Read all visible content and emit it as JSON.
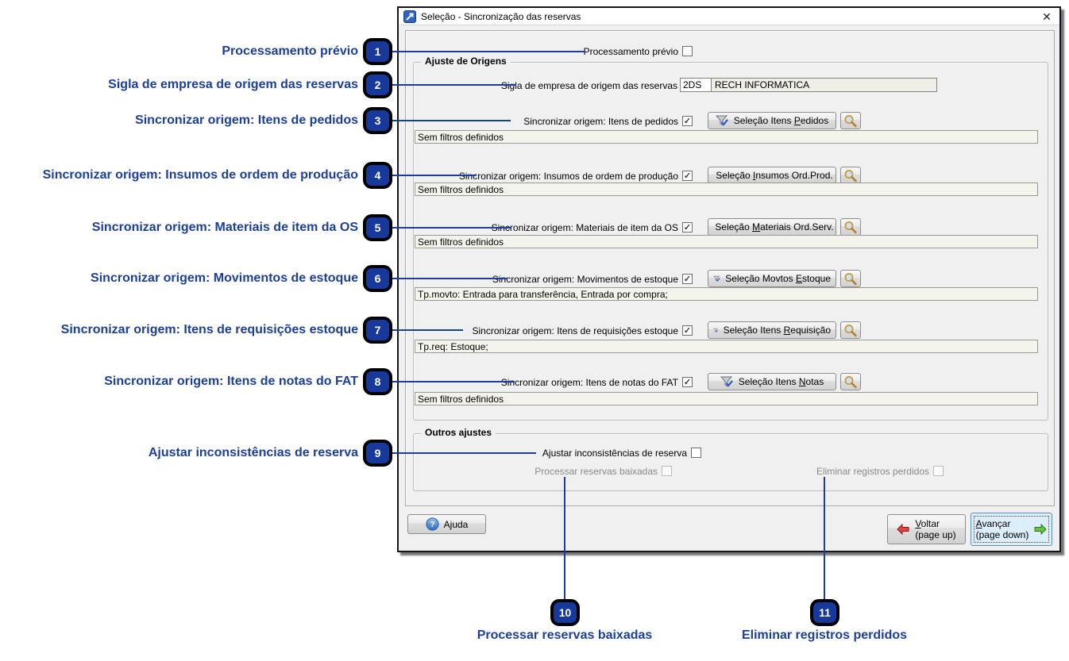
{
  "window": {
    "title": "Seleção - Sincronização das reservas",
    "close_glyph": "✕"
  },
  "callouts": {
    "left": [
      {
        "num": "1",
        "label": "Processamento prévio"
      },
      {
        "num": "2",
        "label": "Sigla de empresa de origem das reservas"
      },
      {
        "num": "3",
        "label": "Sincronizar origem: Itens de pedidos"
      },
      {
        "num": "4",
        "label": "Sincronizar origem: Insumos de ordem de produção"
      },
      {
        "num": "5",
        "label": "Sincronizar origem: Materiais de item da OS"
      },
      {
        "num": "6",
        "label": "Sincronizar origem: Movimentos de estoque"
      },
      {
        "num": "7",
        "label": "Sincronizar origem: Itens de requisições estoque"
      },
      {
        "num": "8",
        "label": "Sincronizar origem: Itens de notas do FAT"
      },
      {
        "num": "9",
        "label": "Ajustar inconsistências de reserva"
      }
    ],
    "bottom": [
      {
        "num": "10",
        "label": "Processar reservas baixadas"
      },
      {
        "num": "11",
        "label": "Eliminar registros perdidos"
      }
    ]
  },
  "form": {
    "processamento_previo": {
      "label": "Processamento prévio",
      "checked": false
    },
    "ajuste_origens": {
      "title": "Ajuste de Origens",
      "sigla_label": "Sigla de empresa de origem das reservas",
      "sigla_code": "2DS",
      "sigla_name": "RECH INFORMATICA",
      "rows": [
        {
          "label": "Sincronizar origem: Itens de pedidos",
          "checked": true,
          "btn_pre": "Seleção Itens ",
          "btn_acc": "P",
          "btn_post": "edidos",
          "filter": "Sem filtros definidos"
        },
        {
          "label": "Sincronizar origem: Insumos de ordem de produção",
          "checked": true,
          "btn_pre": "Seleção ",
          "btn_acc": "I",
          "btn_post": "nsumos Ord.Prod.",
          "filter": "Sem filtros definidos"
        },
        {
          "label": "Sincronizar origem: Materiais de item da OS",
          "checked": true,
          "btn_pre": "Seleção ",
          "btn_acc": "M",
          "btn_post": "ateriais Ord.Serv.",
          "filter": "Sem filtros definidos"
        },
        {
          "label": "Sincronizar origem: Movimentos de estoque",
          "checked": true,
          "btn_pre": "Seleção Movtos ",
          "btn_acc": "E",
          "btn_post": "stoque",
          "filter": "Tp.movto: Entrada para transferência, Entrada por compra;"
        },
        {
          "label": "Sincronizar origem: Itens de requisições estoque",
          "checked": true,
          "btn_pre": "Seleção Itens ",
          "btn_acc": "R",
          "btn_post": "equisição",
          "filter": "Tp.req: Estoque;"
        },
        {
          "label": "Sincronizar origem: Itens de notas do FAT",
          "checked": true,
          "btn_pre": "Seleção Itens ",
          "btn_acc": "N",
          "btn_post": "otas",
          "filter": "Sem filtros definidos"
        }
      ]
    },
    "outros_ajustes": {
      "title": "Outros ajustes",
      "ajustar": {
        "label": "Ajustar inconsistências de reserva",
        "checked": false
      },
      "processar": {
        "label": "Processar reservas baixadas",
        "checked": false,
        "disabled": true
      },
      "eliminar": {
        "label": "Eliminar registros perdidos",
        "checked": false,
        "disabled": true
      }
    },
    "footer": {
      "ajuda": {
        "pre": "A",
        "acc": "j",
        "post": "uda"
      },
      "voltar": {
        "acc": "V",
        "post": "oltar",
        "line2": "(page up)"
      },
      "avancar": {
        "acc": "A",
        "post": "vançar",
        "line2": "(page down)"
      }
    }
  },
  "colors": {
    "callout_blue": "#1c3f9e",
    "badge_fill": "#16399b",
    "focus_button_bg": "#ddeefb"
  }
}
